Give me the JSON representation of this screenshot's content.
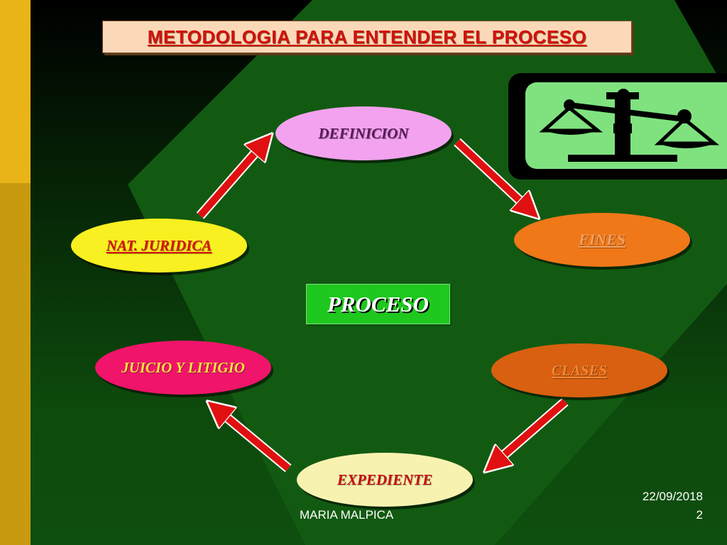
{
  "title": "METODOLOGIA PARA ENTENDER EL PROCESO",
  "center": "PROCESO",
  "nodes": {
    "definicion": "DEFINICION",
    "fines": "FINES",
    "clases": "CLASES",
    "expediente": "EXPEDIENTE",
    "juicio": "JUICIO Y LITIGIO",
    "naturaleza": "NAT. JURIDICA"
  },
  "footer": {
    "author": "MARIA MALPICA",
    "date": "22/09/2018",
    "page": "2"
  },
  "colors": {
    "background": "#0d4d0d",
    "diamond": "#115a11",
    "arrow": "#e01010",
    "definicion": "#f2a2ee",
    "fines": "#f07818",
    "clases": "#d86010",
    "expediente": "#f8f2b0",
    "juicio": "#f0146a",
    "naturaleza": "#f8f020"
  },
  "icons": [
    "scales-of-justice-icon"
  ]
}
